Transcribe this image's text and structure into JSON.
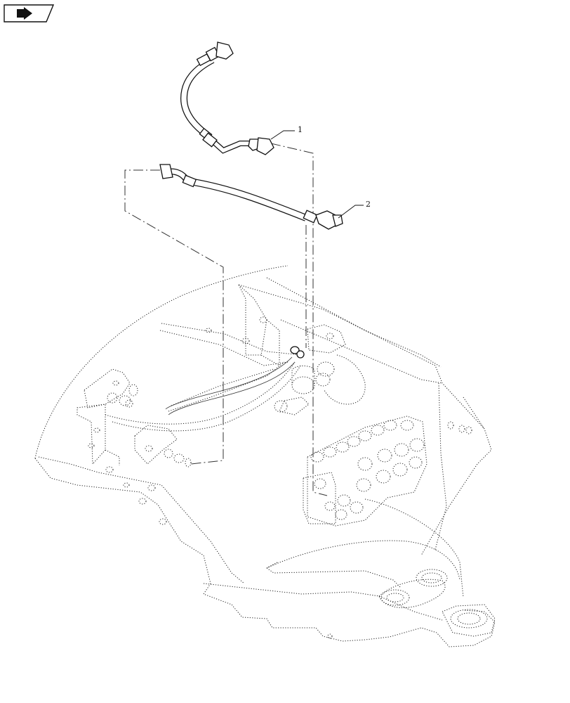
{
  "nav": {
    "icon": "next-page-arrow-icon"
  },
  "callouts": [
    {
      "label": "1",
      "part": "upper-hose"
    },
    {
      "label": "2",
      "part": "lower-hose"
    }
  ]
}
